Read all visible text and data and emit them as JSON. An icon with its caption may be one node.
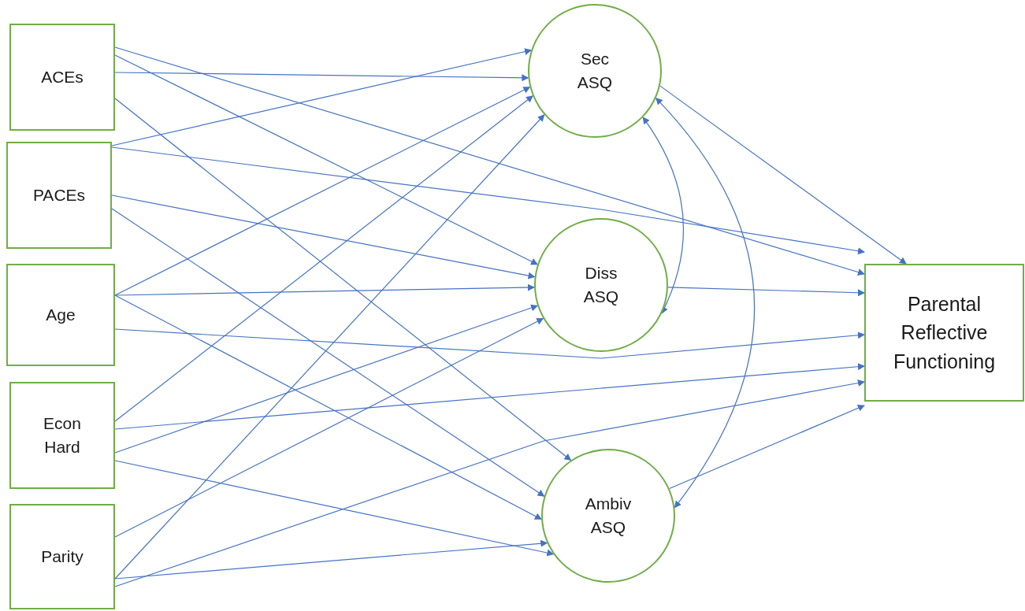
{
  "diagram": {
    "nodes": [
      {
        "text": [
          "ACEs"
        ]
      },
      {
        "text": [
          "PACEs"
        ]
      },
      {
        "text": [
          "Age"
        ]
      },
      {
        "text": [
          "Econ Hard"
        ]
      },
      {
        "text": [
          "Parity"
        ]
      },
      {
        "text": [
          "Sec ASQ"
        ]
      },
      {
        "text": [
          "Diss ASQ"
        ]
      },
      {
        "text": [
          "Ambiv ASQ"
        ]
      },
      {
        "text": [
          "Parental Reflective Functioning"
        ]
      }
    ],
    "edges": [
      {
        "from": 0,
        "to": 5,
        "arrow": "to"
      },
      {
        "from": 0,
        "to": 6,
        "arrow": "to"
      },
      {
        "from": 0,
        "to": 7,
        "arrow": "to"
      },
      {
        "from": 0,
        "to": 8,
        "arrow": "to"
      },
      {
        "from": 1,
        "to": 5,
        "arrow": "to"
      },
      {
        "from": 1,
        "to": 6,
        "arrow": "to"
      },
      {
        "from": 1,
        "to": 7,
        "arrow": "to"
      },
      {
        "from": 1,
        "to": 8,
        "arrow": "to"
      },
      {
        "from": 2,
        "to": 5,
        "arrow": "to"
      },
      {
        "from": 2,
        "to": 6,
        "arrow": "to"
      },
      {
        "from": 2,
        "to": 7,
        "arrow": "to"
      },
      {
        "from": 2,
        "to": 8,
        "arrow": "to"
      },
      {
        "from": 3,
        "to": 5,
        "arrow": "to"
      },
      {
        "from": 3,
        "to": 6,
        "arrow": "to"
      },
      {
        "from": 3,
        "to": 7,
        "arrow": "to"
      },
      {
        "from": 3,
        "to": 8,
        "arrow": "to"
      },
      {
        "from": 4,
        "to": 5,
        "arrow": "to"
      },
      {
        "from": 4,
        "to": 6,
        "arrow": "to"
      },
      {
        "from": 4,
        "to": 7,
        "arrow": "to"
      },
      {
        "from": 4,
        "to": 8,
        "arrow": "to"
      },
      {
        "from": 5,
        "to": 6,
        "arrow": "both"
      },
      {
        "from": 5,
        "to": 7,
        "arrow": "both"
      },
      {
        "from": 5,
        "to": 8,
        "arrow": "to"
      },
      {
        "from": 6,
        "to": 8,
        "arrow": "to"
      },
      {
        "from": 7,
        "to": 8,
        "arrow": "to"
      }
    ]
  }
}
